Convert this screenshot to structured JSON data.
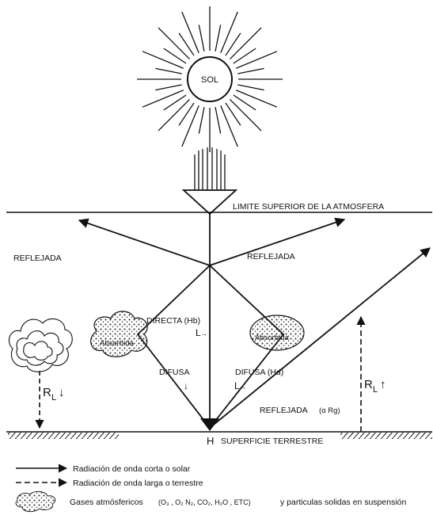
{
  "diagram": {
    "sun_label": "SOL",
    "atmosphere_top_label": "LIMITE SUPERIOR DE LA ATMOSFERA",
    "reflected_left_label": "REFLEJADA",
    "reflected_right_label": "REFLEJADA",
    "direct_label": "DIRECTA (Hb)",
    "direct_symbol": "L",
    "diffuse_left_label": "DIFUSA",
    "diffuse_right_label": "DIFUSA (Hd)",
    "diffuse_symbol": "L",
    "absorbed_left_label": "Absorbida",
    "absorbed_right_label": "Absorbida",
    "longwave_down_label": "R",
    "longwave_down_sub": "L",
    "longwave_up_label": "R",
    "longwave_up_sub": "L",
    "reflected_ground_label": "REFLEJADA",
    "reflected_ground_formula": "(α Rg)",
    "surface_point_label": "H",
    "surface_label": "SUPERFICIE TERRESTRE"
  },
  "legend": {
    "shortwave": "Radiación de onda corta o solar",
    "longwave": "Radiación de onda larga o  terrestre",
    "gases_prefix": "Gases atmósfericos",
    "gases_formula": "(O₃ ,  O₂ N₂, CO₂, H₂O , ETC)",
    "gases_suffix": "y particulas solidas en suspensión"
  },
  "colors": {
    "ink": "#111111",
    "background": "#ffffff"
  }
}
